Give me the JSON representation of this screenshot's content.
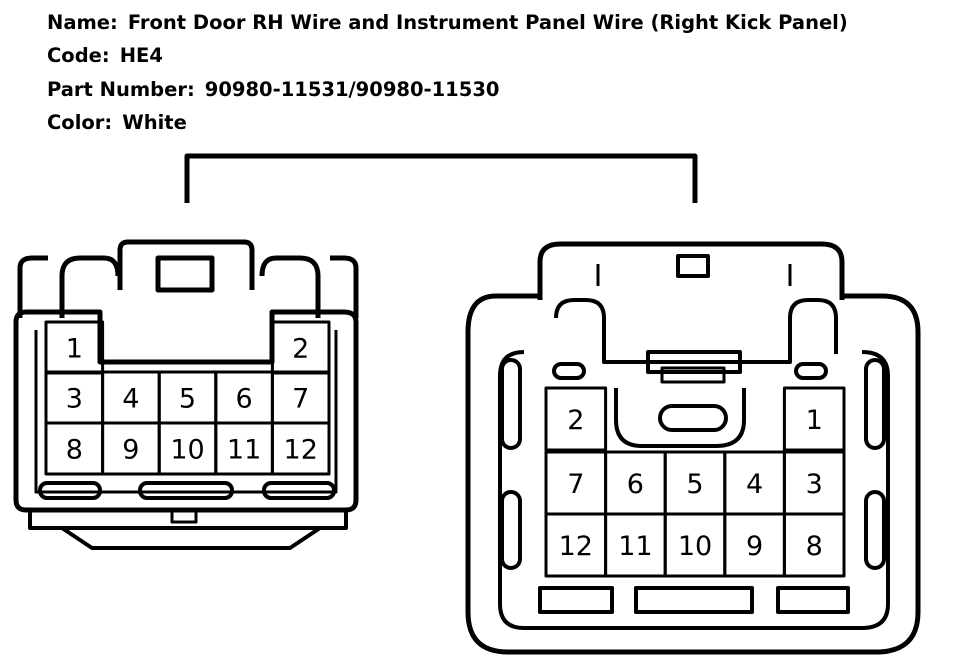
{
  "connector": {
    "name_label": "Name:",
    "name": "Front Door RH Wire and Instrument Panel Wire (Right Kick Panel)",
    "code_label": "Code:",
    "code": "HE4",
    "part_label": "Part Number:",
    "part_number": "90980-11531/90980-11530",
    "color_label": "Color:",
    "color": "White"
  },
  "left_connector": {
    "rows": [
      [
        "1",
        "",
        "",
        "",
        "2"
      ],
      [
        "3",
        "4",
        "5",
        "6",
        "7"
      ],
      [
        "8",
        "9",
        "10",
        "11",
        "12"
      ]
    ]
  },
  "right_connector": {
    "rows": [
      [
        "2",
        "",
        "",
        "",
        "1"
      ],
      [
        "7",
        "6",
        "5",
        "4",
        "3"
      ],
      [
        "12",
        "11",
        "10",
        "9",
        "8"
      ]
    ]
  }
}
